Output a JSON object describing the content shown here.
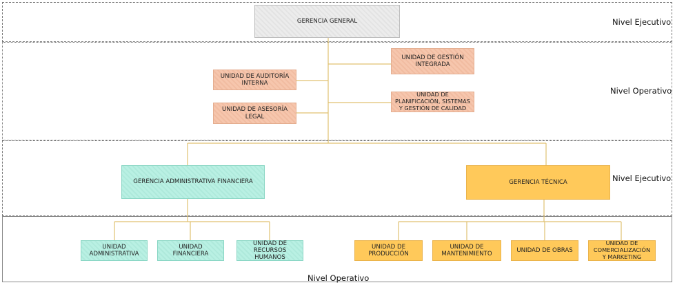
{
  "levels": {
    "band1": "Nivel Ejecutivo",
    "band2": "Nivel Operativo",
    "band3": "Nivel Ejecutivo",
    "band4": "Nivel Operativo"
  },
  "nodes": {
    "gerencia_general": "GERENCIA GENERAL",
    "auditoria": "UNIDAD DE AUDITORÍA INTERNA",
    "asesoria": "UNIDAD DE ASESORÍA LEGAL",
    "gestion_integrada": "UNIDAD DE GESTIÓN INTEGRADA",
    "planificacion": "UNIDAD DE PLANIFICACIÓN, SISTEMAS Y GESTIÓN DE CALIDAD",
    "gerencia_admin": "GERENCIA ADMINISTRATIVA FINANCIERA",
    "gerencia_tecnica": "GERENCIA TÉCNICA",
    "u_administrativa": "UNIDAD ADMINISTRATIVA",
    "u_financiera": "UNIDAD FINANCIERA",
    "u_rrhh": "UNIDAD DE RECURSOS HUMANOS",
    "u_produccion": "UNIDAD DE PRODUCCIÓN",
    "u_mantenimiento": "UNIDAD DE MANTENIMIENTO",
    "u_obras": "UNIDAD DE OBRAS",
    "u_comercializacion": "UNIDAD DE COMERCIALIZACIÓN Y MARKETING"
  },
  "colors": {
    "executive_gray": "#e8e8e8",
    "support_salmon": "#f6c6ad",
    "admin_teal": "#b9f0e3",
    "technical_gold": "#ffc95a",
    "connector": "#e0c070"
  }
}
